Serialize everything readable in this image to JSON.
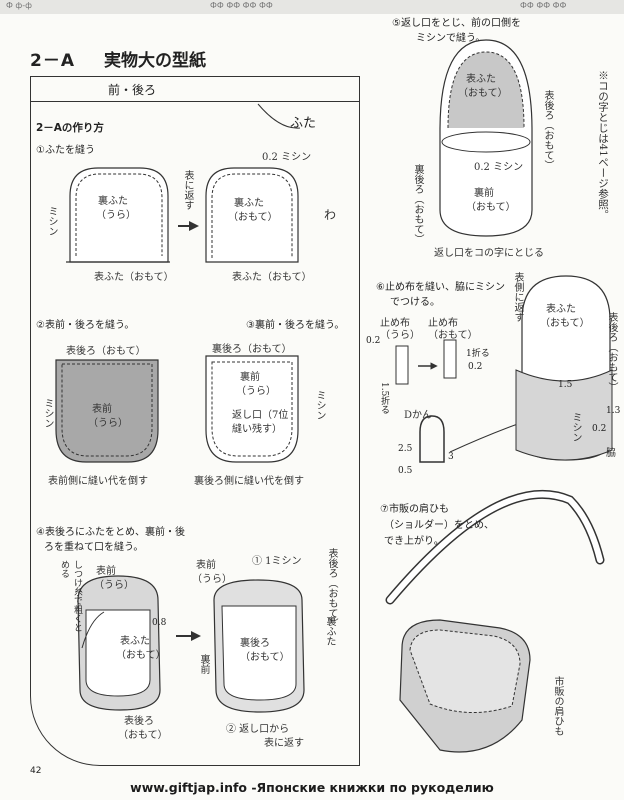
{
  "header_strip": {
    "left": "Ф ф-ф",
    "middle": "ФФ ФФ ФФ ФФ",
    "right": "ФФ ФФ ФФ"
  },
  "title": {
    "number": "2－A",
    "text": "実物大の型紙"
  },
  "tab": {
    "label": "前・後ろ"
  },
  "futa": "ふた",
  "section_title": "2－Aの作り方",
  "steps": {
    "s1": "①ふたを縫う",
    "s2": "②表前・後ろを縫う。",
    "s3": "③裏前・後ろを縫う。",
    "s4_line1": "④表後ろにふたをとめ、裏前・後",
    "s4_line2": "ろを重ねて口を縫う。",
    "s5_line1": "⑤返し口をとじ、前の口側を",
    "s5_line2": "ミシンで縫う。",
    "s6_line1": "⑥止め布を縫い、脇にミシン",
    "s6_line2": "でつける。",
    "s7_line1": "⑦市販の肩ひも",
    "s7_line2": "（ショルダー）をとめ、",
    "s7_line3": "でき上がり。"
  },
  "labels": {
    "ura_futa": "裏ふた",
    "ura": "（うら）",
    "omote": "（おもて）",
    "misin": "ミシン",
    "hyou_futa_omote": "表ふた（おもて）",
    "hyou_ni_kaesu": "表に返す",
    "mm02_misin": "0.2 ミシン",
    "hyou_ushiro_omote": "表後ろ（おもて）",
    "hyou_mae": "表前",
    "ura_ushiro_omote": "裏後ろ（おもて）",
    "ura_mae": "裏前",
    "kaeshiguchi": "返し口（7位",
    "nuinokosu": "縫い残す）",
    "caption_left": "表前側に縫い代を倒す",
    "caption_right": "裏後ろ側に縫い代を倒す",
    "shitsuke": "しつけ糸で粗くとめる",
    "hyou_futa": "表ふた",
    "val_08": "0.8",
    "hyou_ushiro": "表後ろ",
    "misin1": "① 1ミシン",
    "ura_ushiro": "裏後ろ",
    "kaeshiguchi2": "② 返し口から",
    "kaeshiguchi2b": "表に返す",
    "mm02_misin_b": "0.2 ミシン",
    "kaeshiguchi_close": "返し口をコの字にとじる",
    "ko_note": "※コの字とじは41ページ参照。",
    "tome_nuno": "止め布",
    "ori1": "1折る",
    "ori15": "1.5折る",
    "val_02": "0.2",
    "val_15": "1.5",
    "val_13": "1.3",
    "val_25": "2.5",
    "val_05": "0.5",
    "val_3": "3",
    "d_kan": "Dかん",
    "hyou_gawa_kaesu": "表側に返す",
    "waki": "脇",
    "kata_himo": "市販の肩ひも",
    "mark_wa": "わ"
  },
  "page_number": "42",
  "footer": "www.giftjap.info -Японские книжки по рукоделию"
}
